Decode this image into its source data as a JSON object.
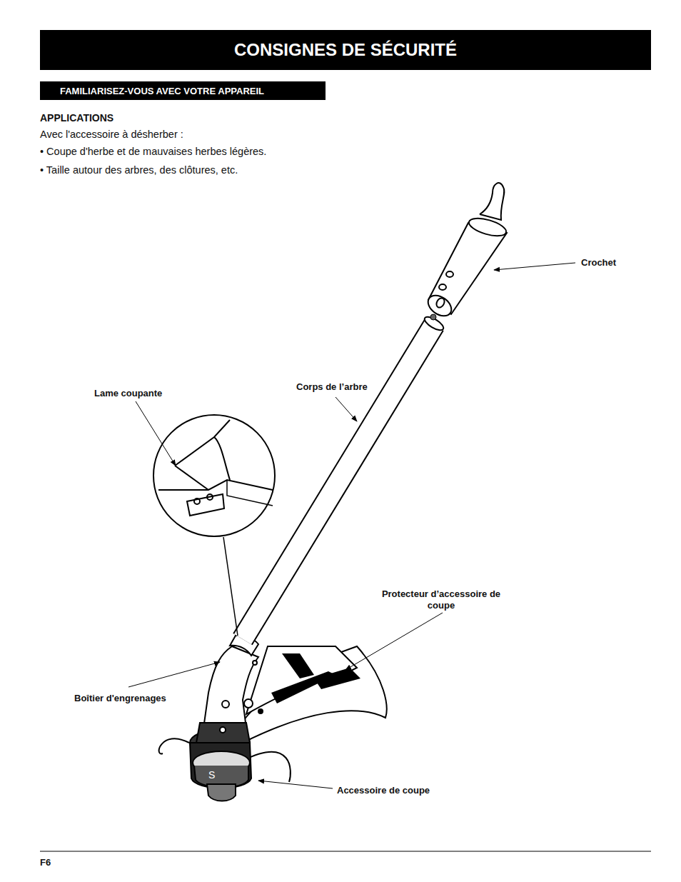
{
  "diagram": {
    "title": "CONSIGNES DE SÉCURITÉ",
    "nodes": [
      {
        "text": [
          "FAMILIARISEZ-VOUS AVEC VOTRE APPAREIL"
        ]
      }
    ],
    "edges": [],
    "labels": [
      "APPLICATIONS",
      "Avec l'accessoire à désherber :",
      "• Coupe d'herbe et de mauvaises herbes légères.",
      "• Taille autour des arbres, des clôtures, etc.",
      "Crochet",
      "Lame coupante",
      "Corps de l’arbre",
      "Protecteur d’accessoire de coupe",
      "Boîtier d'engrenages",
      "Accessoire de coupe",
      "F6"
    ]
  }
}
